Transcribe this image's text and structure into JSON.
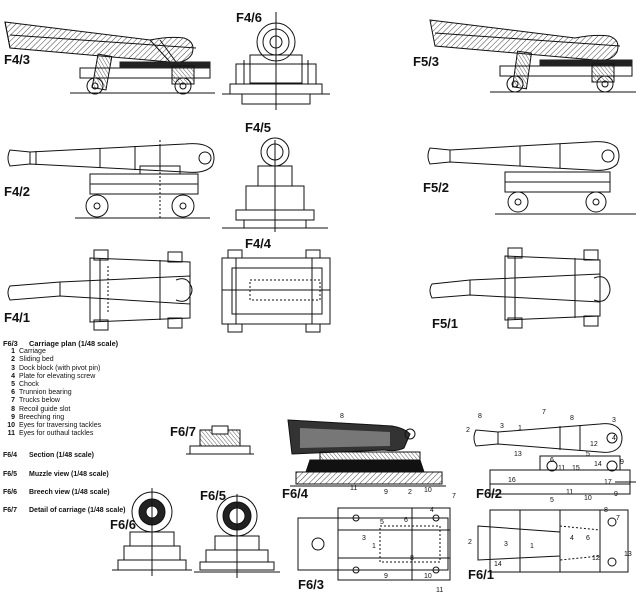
{
  "figure_labels": {
    "f43": "F4/3",
    "f46": "F4/6",
    "f53": "F5/3",
    "f45": "F4/5",
    "f42": "F4/2",
    "f52": "F5/2",
    "f44": "F4/4",
    "f41": "F4/1",
    "f51": "F5/1",
    "f67": "F6/7",
    "f64": "F6/4",
    "f62": "F6/2",
    "f66": "F6/6",
    "f65": "F6/5",
    "f63": "F6/3",
    "f61": "F6/1"
  },
  "key": {
    "title_id": "F6/3",
    "title_text": "Carriage plan (1/48 scale)",
    "items": [
      {
        "n": "1",
        "text": "Carriage"
      },
      {
        "n": "2",
        "text": "Sliding bed"
      },
      {
        "n": "3",
        "text": "Dock block (with pivot pin)"
      },
      {
        "n": "4",
        "text": "Plate for elevating screw"
      },
      {
        "n": "5",
        "text": "Chock"
      },
      {
        "n": "6",
        "text": "Trunnion bearing"
      },
      {
        "n": "7",
        "text": "Trucks below"
      },
      {
        "n": "8",
        "text": "Recoil guide slot"
      },
      {
        "n": "9",
        "text": "Breeching ring"
      },
      {
        "n": "10",
        "text": "Eyes for traversing tackles"
      },
      {
        "n": "11",
        "text": "Eyes for outhaul tackles"
      }
    ],
    "sections": [
      {
        "id": "F6/4",
        "text": "Section (1/48 scale)"
      },
      {
        "id": "F6/5",
        "text": "Muzzle view (1/48 scale)"
      },
      {
        "id": "F6/6",
        "text": "Breech view (1/48 scale)"
      },
      {
        "id": "F6/7",
        "text": "Detail of carriage (1/48 scale)"
      }
    ]
  },
  "callouts": {
    "f64": [
      "8"
    ],
    "f62": [
      "8",
      "7",
      "2",
      "3",
      "1",
      "8",
      "3",
      "12",
      "4",
      "5",
      "13",
      "6",
      "11",
      "14",
      "15",
      "9",
      "16",
      "17"
    ],
    "f63": [
      "11",
      "9",
      "2",
      "10",
      "7",
      "4",
      "5",
      "6",
      "3",
      "1",
      "9",
      "8",
      "10",
      "11"
    ],
    "f61": [
      "5",
      "11",
      "10",
      "9",
      "8",
      "7",
      "2",
      "3",
      "1",
      "4",
      "6",
      "14",
      "12",
      "13"
    ]
  },
  "colors": {
    "ink": "#111111",
    "paper": "#ffffff",
    "hatch": "#444444",
    "shade": "#1a1a1a"
  }
}
